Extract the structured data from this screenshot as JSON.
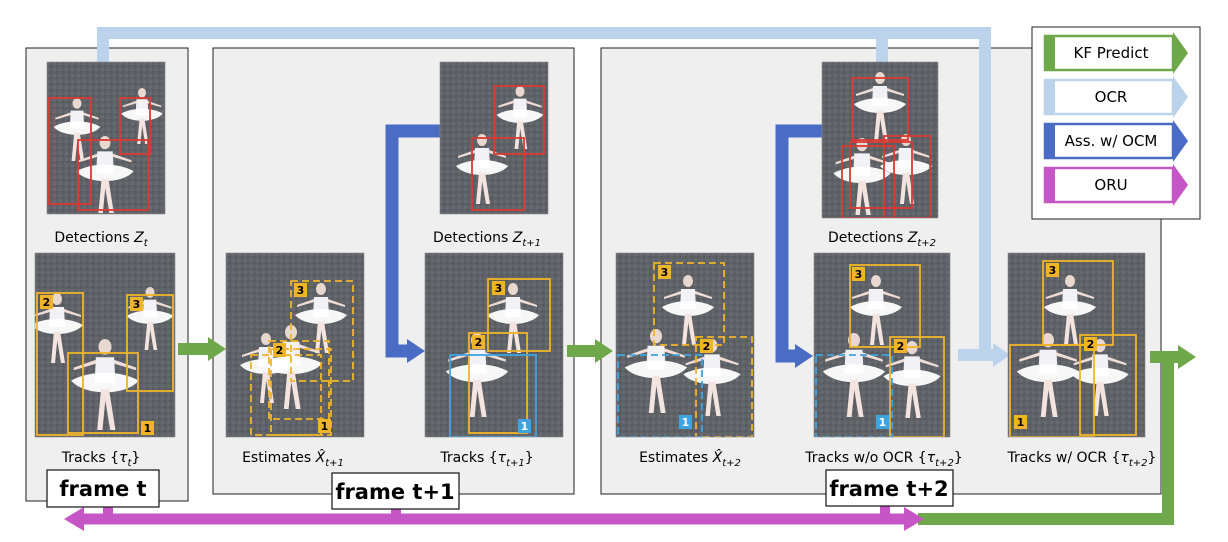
{
  "frames": {
    "t": {
      "label": "frame t"
    },
    "t1": {
      "label": "frame t+1"
    },
    "t2": {
      "label": "frame t+2"
    }
  },
  "captions": {
    "det_t": {
      "text": "Detections ",
      "math": "Z",
      "sub": "t",
      "tail": ""
    },
    "tracks_t": {
      "text": "Tracks {",
      "math": "τ",
      "sub": "t",
      "tail": "}"
    },
    "est_t1": {
      "text": "Estimates ",
      "math": "X̂",
      "sub": "t+1",
      "tail": ""
    },
    "det_t1": {
      "text": "Detections ",
      "math": "Z",
      "sub": "t+1",
      "tail": ""
    },
    "tracks_t1": {
      "text": "Tracks {",
      "math": "τ",
      "sub": "t+1",
      "tail": "}"
    },
    "est_t2": {
      "text": "Estimates ",
      "math": "X̂",
      "sub": "t+2",
      "tail": ""
    },
    "det_t2": {
      "text": "Detections ",
      "math": "Z",
      "sub": "t+2",
      "tail": ""
    },
    "tracks_woocr": {
      "text": "Tracks w/o OCR {",
      "math": "τ",
      "sub": "t+2",
      "tail": "}"
    },
    "tracks_wocr": {
      "text": "Tracks w/ OCR {",
      "math": "τ",
      "sub": "t+2",
      "tail": "}"
    }
  },
  "legend": [
    {
      "label": "KF Predict",
      "color": "#6fa84a"
    },
    {
      "label": "OCR",
      "color": "#bcd3ec"
    },
    {
      "label": "Ass. w/ OCM",
      "color": "#4a6cc4"
    },
    {
      "label": "ORU",
      "color": "#c655c5"
    }
  ],
  "badges": {
    "one": "1",
    "two": "2",
    "three": "3"
  },
  "colors": {
    "detection_box": "#d93a32",
    "track_box": "#f0b429",
    "lost_track_box": "#3ea4e0",
    "background_box": "#efefef"
  }
}
